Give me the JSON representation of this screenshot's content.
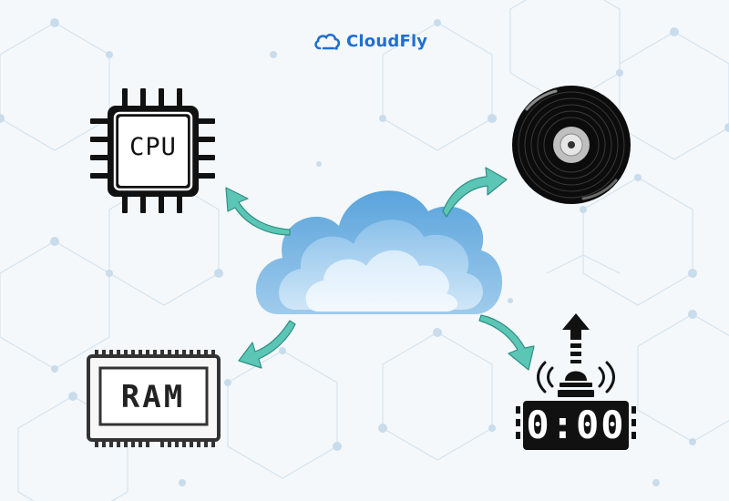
{
  "brand": {
    "name": "CloudFly",
    "color": "#1f6fd1",
    "icon": "cloud-logo-icon"
  },
  "nodes": {
    "cpu": {
      "label": "CPU",
      "icon": "cpu-chip-icon"
    },
    "ram": {
      "label": "RAM",
      "icon": "ram-module-icon"
    },
    "storage": {
      "icon": "disk-icon"
    },
    "bandwidth": {
      "display": "0:00",
      "icon": "upload-timer-icon"
    }
  },
  "center": {
    "icon": "cloud-icon"
  },
  "colors": {
    "arrow": "#5bc6b6",
    "cloud": "#7fb9e6",
    "ink": "#111111",
    "background": "#f4f8fb"
  }
}
